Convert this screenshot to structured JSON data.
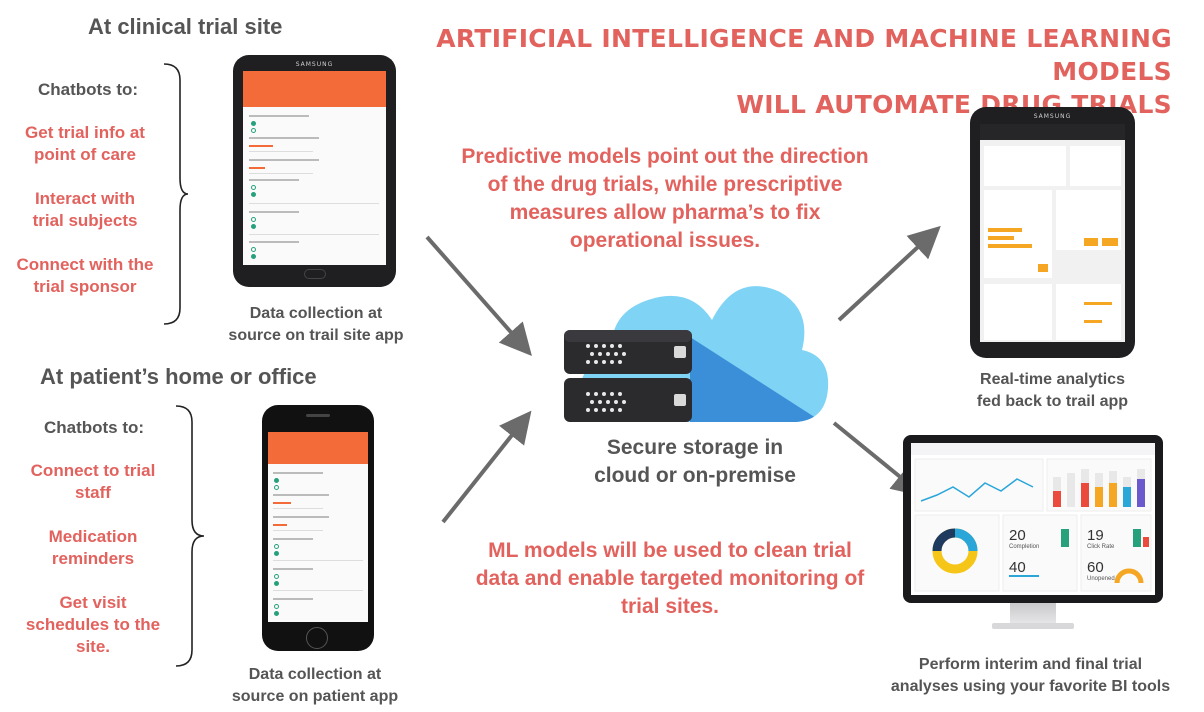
{
  "title_lines": [
    "ARTIFICIAL INTELLIGENCE AND MACHINE LEARNING MODELS",
    "WILL AUTOMATE DRUG TRIALS"
  ],
  "clinical": {
    "heading": "At clinical trial site",
    "chatbots_label": "Chatbots to:",
    "items": [
      [
        "Get trial info at",
        "point of care"
      ],
      [
        "Interact with",
        "trial subjects"
      ],
      [
        "Connect with the",
        "trial sponsor"
      ]
    ],
    "caption": [
      "Data collection at",
      "source on trail site app"
    ]
  },
  "patient": {
    "heading": "At patient’s home or office",
    "chatbots_label": "Chatbots to:",
    "items": [
      [
        "Connect to trial",
        "staff"
      ],
      [
        "Medication",
        "reminders"
      ],
      [
        "Get visit",
        "schedules to the",
        "site."
      ]
    ],
    "caption": [
      "Data collection at",
      "source on patient app"
    ]
  },
  "predictive_text": [
    "Predictive models point out the direction",
    "of the drug trials, while prescriptive",
    "measures allow pharma’s to fix",
    "operational issues."
  ],
  "ml_text": [
    "ML models will be used to clean trial",
    "data and enable targeted monitoring of",
    "trial sites."
  ],
  "storage_text": [
    "Secure storage in",
    "cloud or on-premise"
  ],
  "analytics_caption": [
    "Real-time analytics",
    "fed back to trail app"
  ],
  "bi_caption": [
    "Perform interim and final trial",
    "analyses using your favorite BI tools"
  ],
  "device_brand": "SAMSUNG",
  "dashboard": {
    "stat1_value": "20",
    "stat1_label": "Completion",
    "stat2_value": "19",
    "stat2_label": "Click Rate",
    "stat3_value": "40",
    "stat4_value": "60",
    "stat4_label": "Unopened"
  },
  "colors": {
    "accent_red": "#e2625e",
    "text_gray": "#555555",
    "app_orange": "#f26b38",
    "cloud_blue": "#7fd3f5",
    "arrow_gray": "#6b6b6b"
  }
}
